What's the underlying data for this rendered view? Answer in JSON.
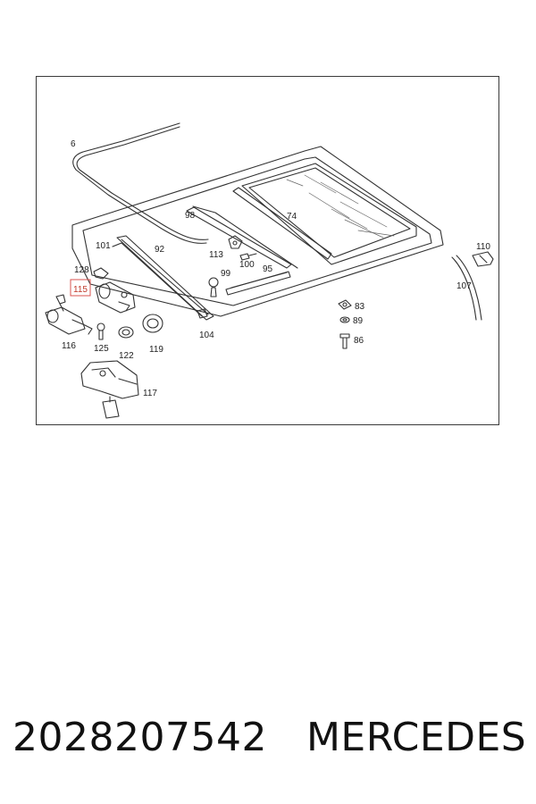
{
  "diagram": {
    "callouts": [
      {
        "key": "p6",
        "label": "6"
      },
      {
        "key": "p98",
        "label": "98"
      },
      {
        "key": "p74",
        "label": "74"
      },
      {
        "key": "p101",
        "label": "101"
      },
      {
        "key": "p92",
        "label": "92"
      },
      {
        "key": "p113",
        "label": "113"
      },
      {
        "key": "p100",
        "label": "100"
      },
      {
        "key": "p95",
        "label": "95"
      },
      {
        "key": "p99",
        "label": "99"
      },
      {
        "key": "p110",
        "label": "110"
      },
      {
        "key": "p107",
        "label": "107"
      },
      {
        "key": "p128",
        "label": "128"
      },
      {
        "key": "p115",
        "label": "115",
        "highlighted": true
      },
      {
        "key": "p116",
        "label": "116"
      },
      {
        "key": "p125",
        "label": "125"
      },
      {
        "key": "p122",
        "label": "122"
      },
      {
        "key": "p119",
        "label": "119"
      },
      {
        "key": "p104",
        "label": "104"
      },
      {
        "key": "p83",
        "label": "83"
      },
      {
        "key": "p89",
        "label": "89"
      },
      {
        "key": "p86",
        "label": "86"
      },
      {
        "key": "p117",
        "label": "117"
      }
    ],
    "highlight_color": "#d9534f"
  },
  "footer": {
    "part_number": "2028207542",
    "brand": "MERCEDES"
  }
}
